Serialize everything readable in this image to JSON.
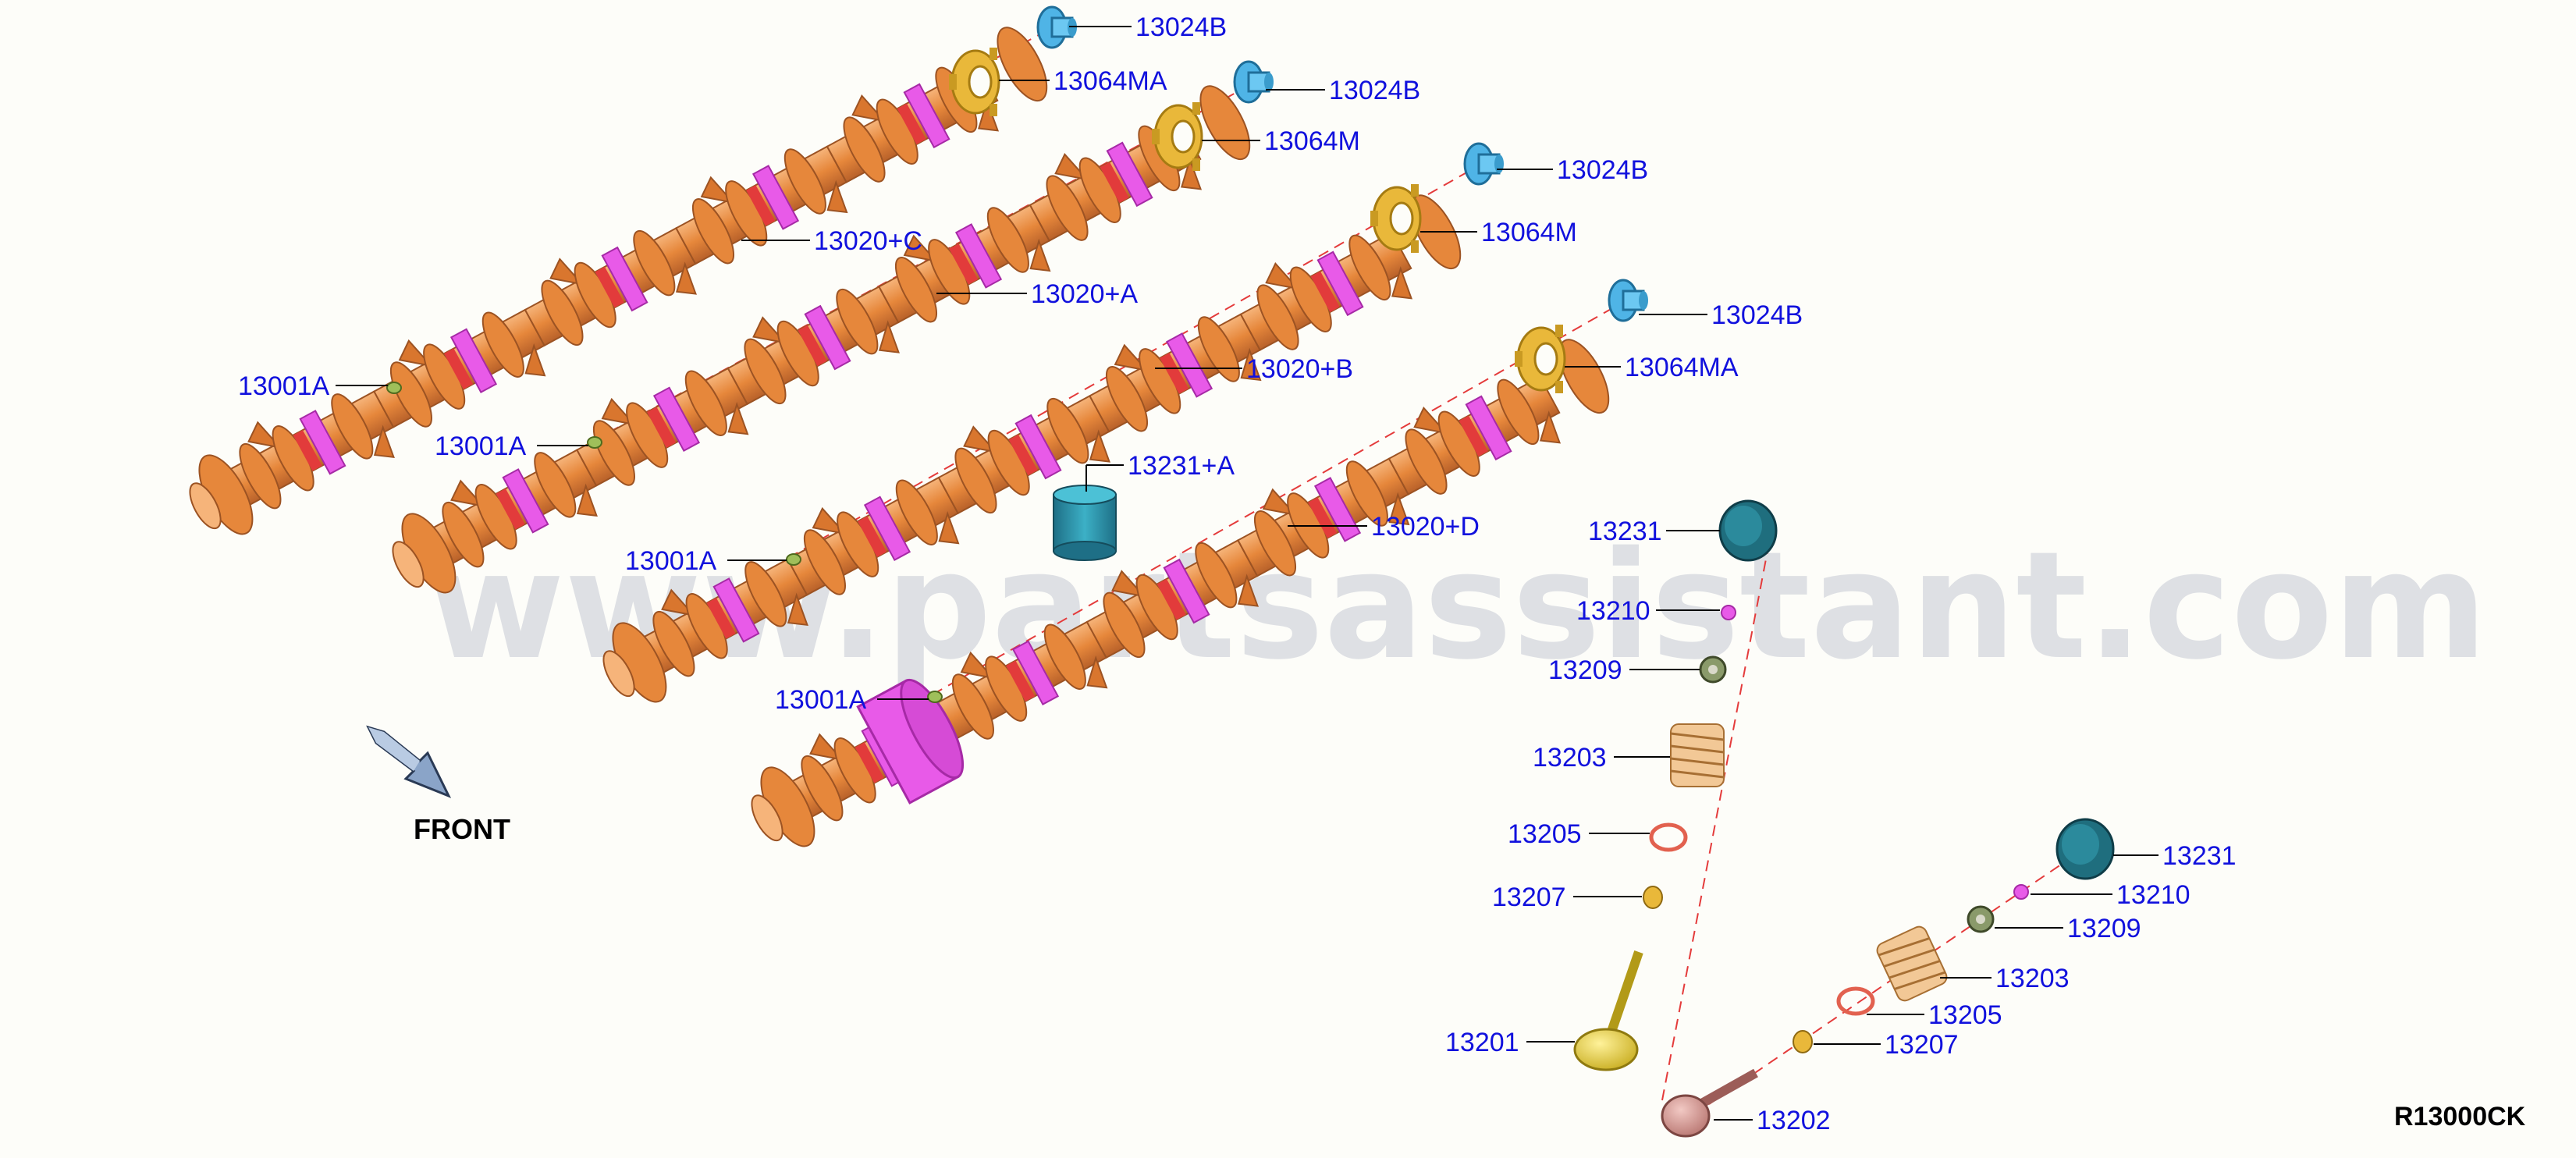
{
  "watermark": "www.partsassistant.com",
  "diagram_code": "R13000CK",
  "front_label": "FRONT",
  "colors": {
    "label": "#1111dd",
    "camshaft": "#e6873b",
    "journal": "#e85ae8",
    "lobe_accent": "#e23b3b",
    "sensor_ring": "#e9b83a",
    "cap_bolt": "#4fb4e6",
    "tappet": "#2a8fa3",
    "spring": "#e6b07a",
    "exhaust_valve": "#d69c9a",
    "intake_valve": "#e6d24a",
    "axis_line": "#e43b3b"
  },
  "callouts": [
    {
      "id": "c1",
      "label": "13024B",
      "icon": "cap-bolt"
    },
    {
      "id": "c2",
      "label": "13064MA",
      "icon": "sensor-ring"
    },
    {
      "id": "c3",
      "label": "13024B",
      "icon": "cap-bolt"
    },
    {
      "id": "c4",
      "label": "13064M",
      "icon": "sensor-ring"
    },
    {
      "id": "c5",
      "label": "13024B",
      "icon": "cap-bolt"
    },
    {
      "id": "c6",
      "label": "13064M",
      "icon": "sensor-ring"
    },
    {
      "id": "c7",
      "label": "13024B",
      "icon": "cap-bolt"
    },
    {
      "id": "c8",
      "label": "13064MA",
      "icon": "sensor-ring"
    },
    {
      "id": "c9",
      "label": "13020+C",
      "icon": "camshaft"
    },
    {
      "id": "c10",
      "label": "13020+A",
      "icon": "camshaft"
    },
    {
      "id": "c11",
      "label": "13020+B",
      "icon": "camshaft"
    },
    {
      "id": "c12",
      "label": "13231+A",
      "icon": "tappet"
    },
    {
      "id": "c13",
      "label": "13020+D",
      "icon": "camshaft"
    },
    {
      "id": "c14",
      "label": "13001A",
      "icon": "plug"
    },
    {
      "id": "c15",
      "label": "13001A",
      "icon": "plug"
    },
    {
      "id": "c16",
      "label": "13001A",
      "icon": "plug"
    },
    {
      "id": "c17",
      "label": "13001A",
      "icon": "plug"
    },
    {
      "id": "c18",
      "label": "13231",
      "icon": "tappet"
    },
    {
      "id": "c19",
      "label": "13210",
      "icon": "cotter"
    },
    {
      "id": "c20",
      "label": "13209",
      "icon": "retainer"
    },
    {
      "id": "c21",
      "label": "13203",
      "icon": "valve-spring"
    },
    {
      "id": "c22",
      "label": "13205",
      "icon": "seal-ring"
    },
    {
      "id": "c23",
      "label": "13207",
      "icon": "spring-seat"
    },
    {
      "id": "c24",
      "label": "13201",
      "icon": "intake-valve"
    },
    {
      "id": "c25",
      "label": "13231",
      "icon": "tappet"
    },
    {
      "id": "c26",
      "label": "13210",
      "icon": "cotter"
    },
    {
      "id": "c27",
      "label": "13209",
      "icon": "retainer"
    },
    {
      "id": "c28",
      "label": "13203",
      "icon": "valve-spring"
    },
    {
      "id": "c29",
      "label": "13205",
      "icon": "seal-ring"
    },
    {
      "id": "c30",
      "label": "13207",
      "icon": "spring-seat"
    },
    {
      "id": "c31",
      "label": "13202",
      "icon": "exhaust-valve"
    }
  ]
}
